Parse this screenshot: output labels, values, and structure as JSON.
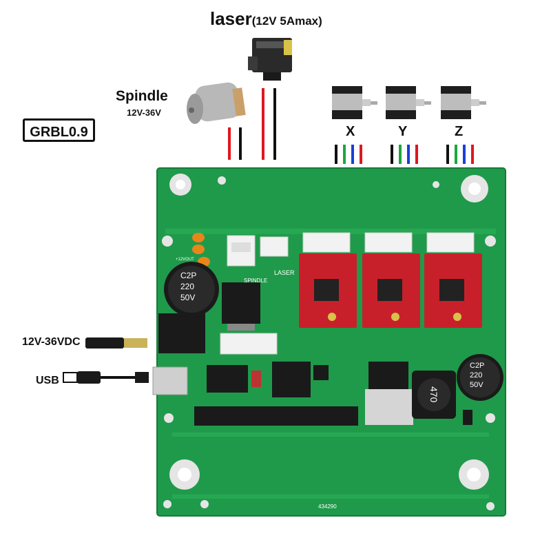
{
  "laser": {
    "name": "laser",
    "spec": "(12V 5Amax)"
  },
  "spindle": {
    "name": "Spindle",
    "voltage": "12V-36V"
  },
  "board_label": "GRBL0.9",
  "axes": [
    "X",
    "Y",
    "Z"
  ],
  "power_input": "12V-36VDC",
  "usb": "USB",
  "silkscreen": {
    "laser": "LASER",
    "spindle": "SPINDLE",
    "serial": "434290",
    "cap_left": [
      "C2P",
      "220",
      "50V"
    ],
    "cap_right": [
      "C2P",
      "220",
      "50V"
    ],
    "inductor": "470",
    "out": "+12VOUT"
  },
  "colors": {
    "pcb": "#1f9a4a",
    "driver": "#c8202a",
    "wire_red": "#e0161f",
    "wire_black": "#111111",
    "wire_green": "#1aa83a",
    "wire_blue": "#1a3fd8"
  }
}
